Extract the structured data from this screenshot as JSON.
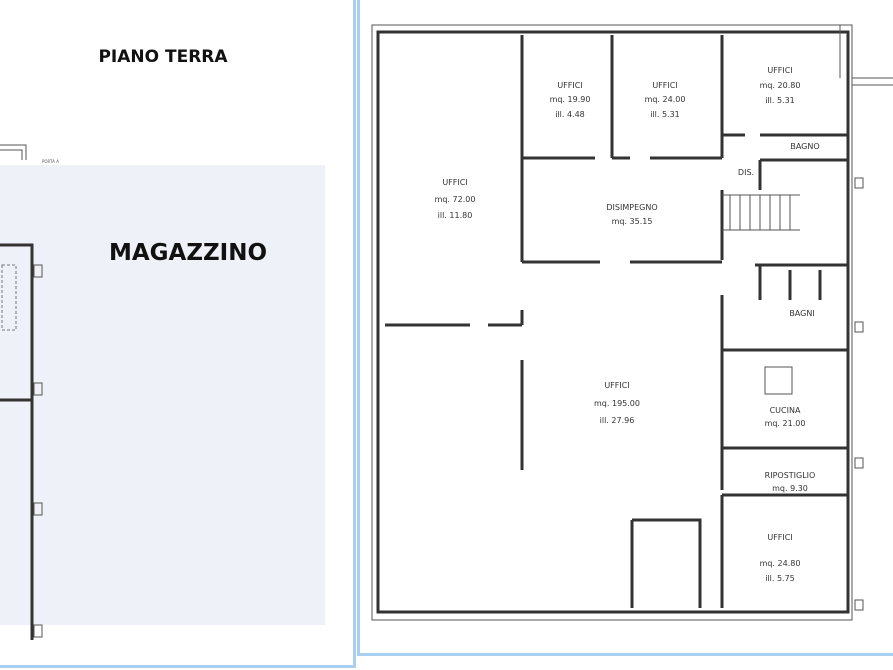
{
  "left": {
    "title": "PIANO TERRA",
    "area_label": "MAGAZZINO",
    "door_label": "PORTA A"
  },
  "rooms": [
    {
      "name": "UFFICI",
      "area": "mq. 72.00",
      "ill": "ill. 11.80"
    },
    {
      "name": "UFFICI",
      "area": "mq. 19.90",
      "ill": "ill. 4.48"
    },
    {
      "name": "UFFICI",
      "area": "mq. 24.00",
      "ill": "ill. 5.31"
    },
    {
      "name": "UFFICI",
      "area": "mq. 20.80",
      "ill": "ill. 5.31"
    },
    {
      "name": "BAGNO"
    },
    {
      "name": "DIS."
    },
    {
      "name": "DISIMPEGNO",
      "area": "mq. 35.15"
    },
    {
      "name": "BAGNI"
    },
    {
      "name": "UFFICI",
      "area": "mq. 195.00",
      "ill": "ill. 27.96"
    },
    {
      "name": "CUCINA",
      "area": "mq. 21.00"
    },
    {
      "name": "RIPOSTIGLIO",
      "area": "mq. 9.30"
    },
    {
      "name": "UFFICI",
      "area": "mq. 24.80",
      "ill": "ill. 5.75"
    }
  ]
}
